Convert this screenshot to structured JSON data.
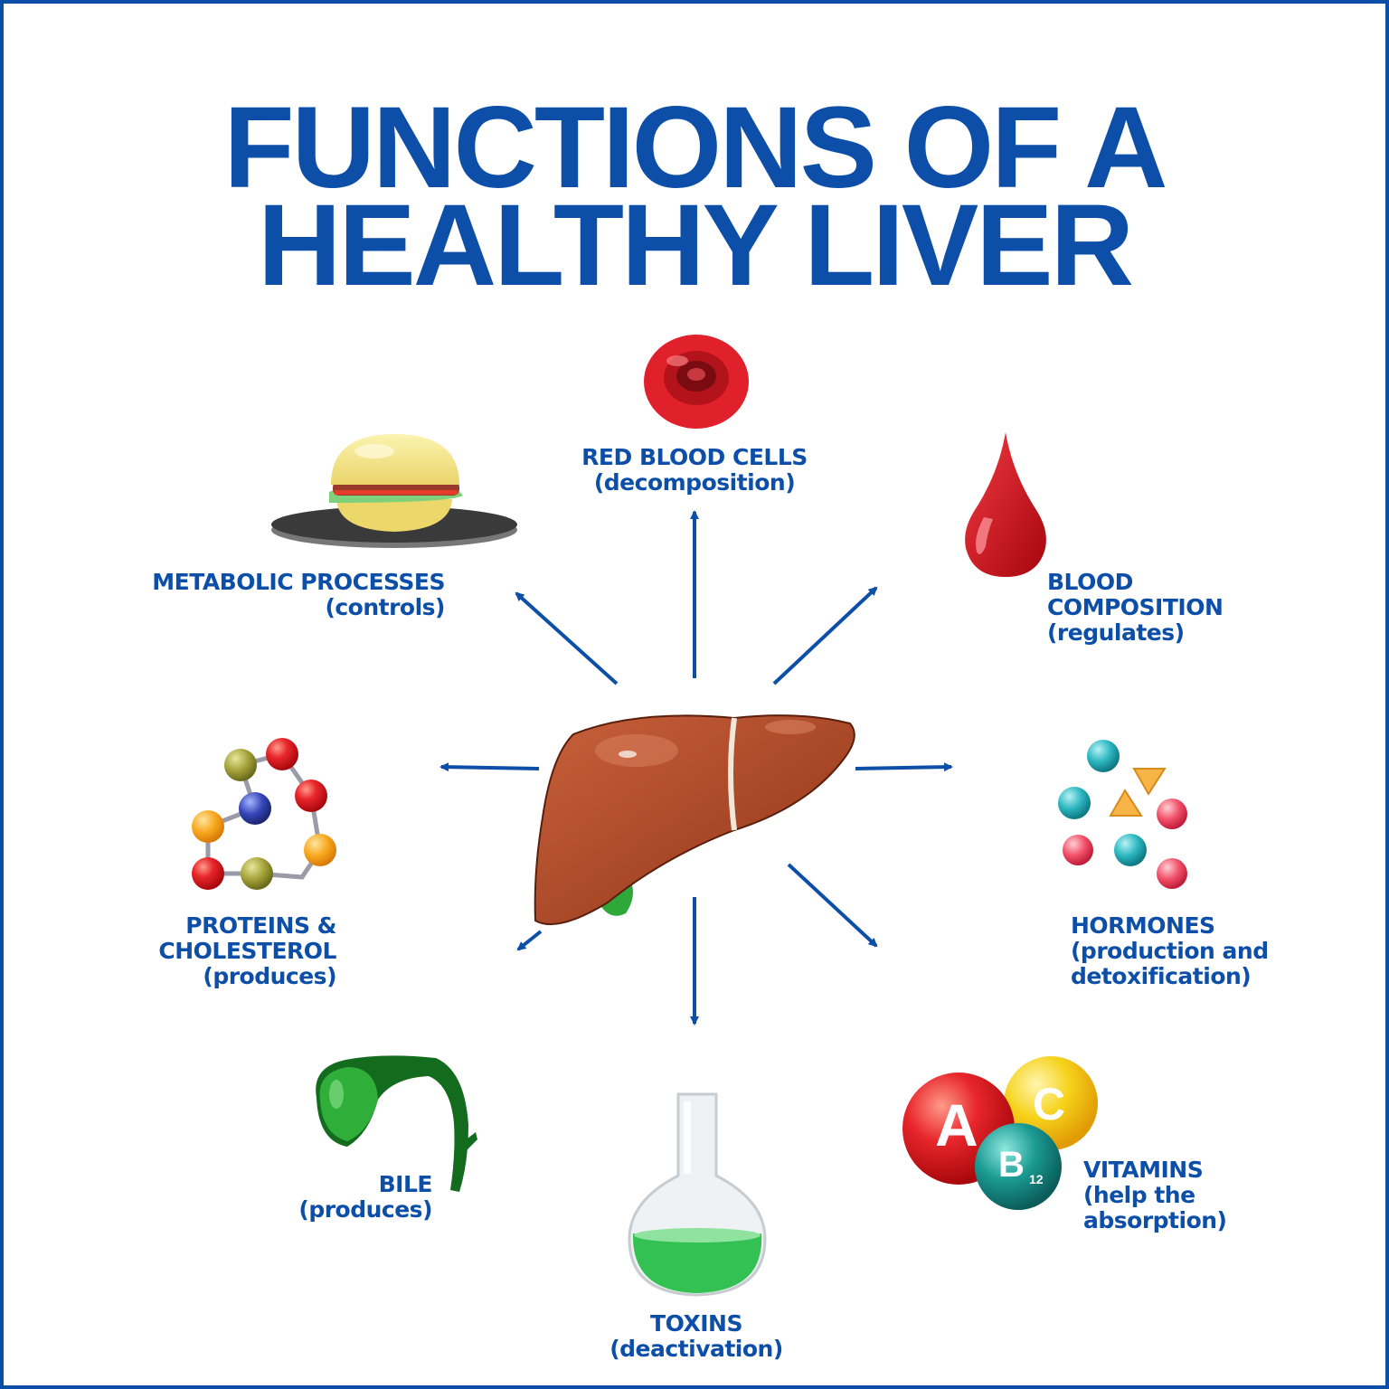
{
  "title": {
    "line1": "FUNCTIONS OF A",
    "line2": "HEALTHY LIVER"
  },
  "functions": {
    "red_blood_cells": {
      "name": "RED BLOOD CELLS",
      "detail": "(decomposition)"
    },
    "metabolic": {
      "name": "METABOLIC PROCESSES",
      "detail": "(controls)"
    },
    "blood_composition": {
      "line1": "BLOOD",
      "line2": "COMPOSITION",
      "detail": "(regulates)"
    },
    "proteins": {
      "line1": "PROTEINS &",
      "line2": "CHOLESTEROL",
      "detail": "(produces)"
    },
    "hormones": {
      "name": "HORMONES",
      "detail1": "(production and",
      "detail2": "detoxification)"
    },
    "bile": {
      "name": "BILE",
      "detail": "(produces)"
    },
    "toxins": {
      "name": "TOXINS",
      "detail": "(deactivation)"
    },
    "vitamins": {
      "name": "VITAMINS",
      "detail1": "(help the",
      "detail2": "absorption)"
    }
  },
  "vitamin_letters": {
    "a": "A",
    "c": "C",
    "b": "B",
    "b_sub": "12"
  },
  "colors": {
    "brand_blue": "#0d4fa8",
    "liver": "#b2492a",
    "gallbladder": "#2fa83a"
  }
}
